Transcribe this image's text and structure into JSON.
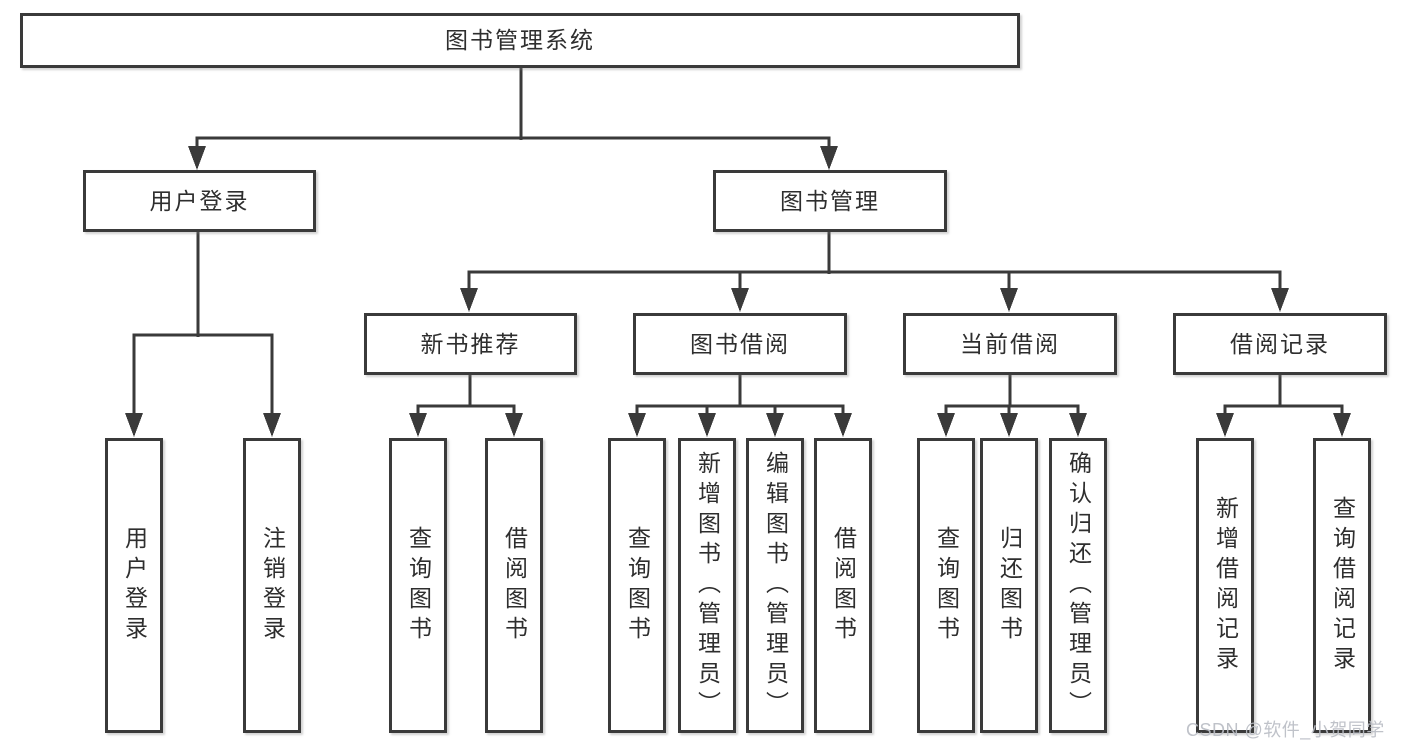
{
  "diagram": {
    "root": {
      "label": "图书管理系统"
    },
    "branches": [
      {
        "label": "用户登录"
      },
      {
        "label": "图书管理"
      }
    ],
    "sections": [
      {
        "label": "新书推荐"
      },
      {
        "label": "图书借阅"
      },
      {
        "label": "当前借阅"
      },
      {
        "label": "借阅记录"
      }
    ],
    "leaves": [
      {
        "label": "用户登录"
      },
      {
        "label": "注销登录"
      },
      {
        "label": "查询图书"
      },
      {
        "label": "借阅图书"
      },
      {
        "label": "查询图书"
      },
      {
        "label": "新增图书（管理员）"
      },
      {
        "label": "编辑图书（管理员）"
      },
      {
        "label": "借阅图书"
      },
      {
        "label": "查询图书"
      },
      {
        "label": "归还图书"
      },
      {
        "label": "确认归还（管理员）"
      },
      {
        "label": "新增借阅记录"
      },
      {
        "label": "查询借阅记录"
      }
    ]
  },
  "watermark": {
    "text": "CSDN @软件_小贺同学"
  },
  "colors": {
    "line": "#3a3a3a",
    "text": "#2e2e2e",
    "watermark": "#c2c5cb",
    "background": "#ffffff"
  }
}
